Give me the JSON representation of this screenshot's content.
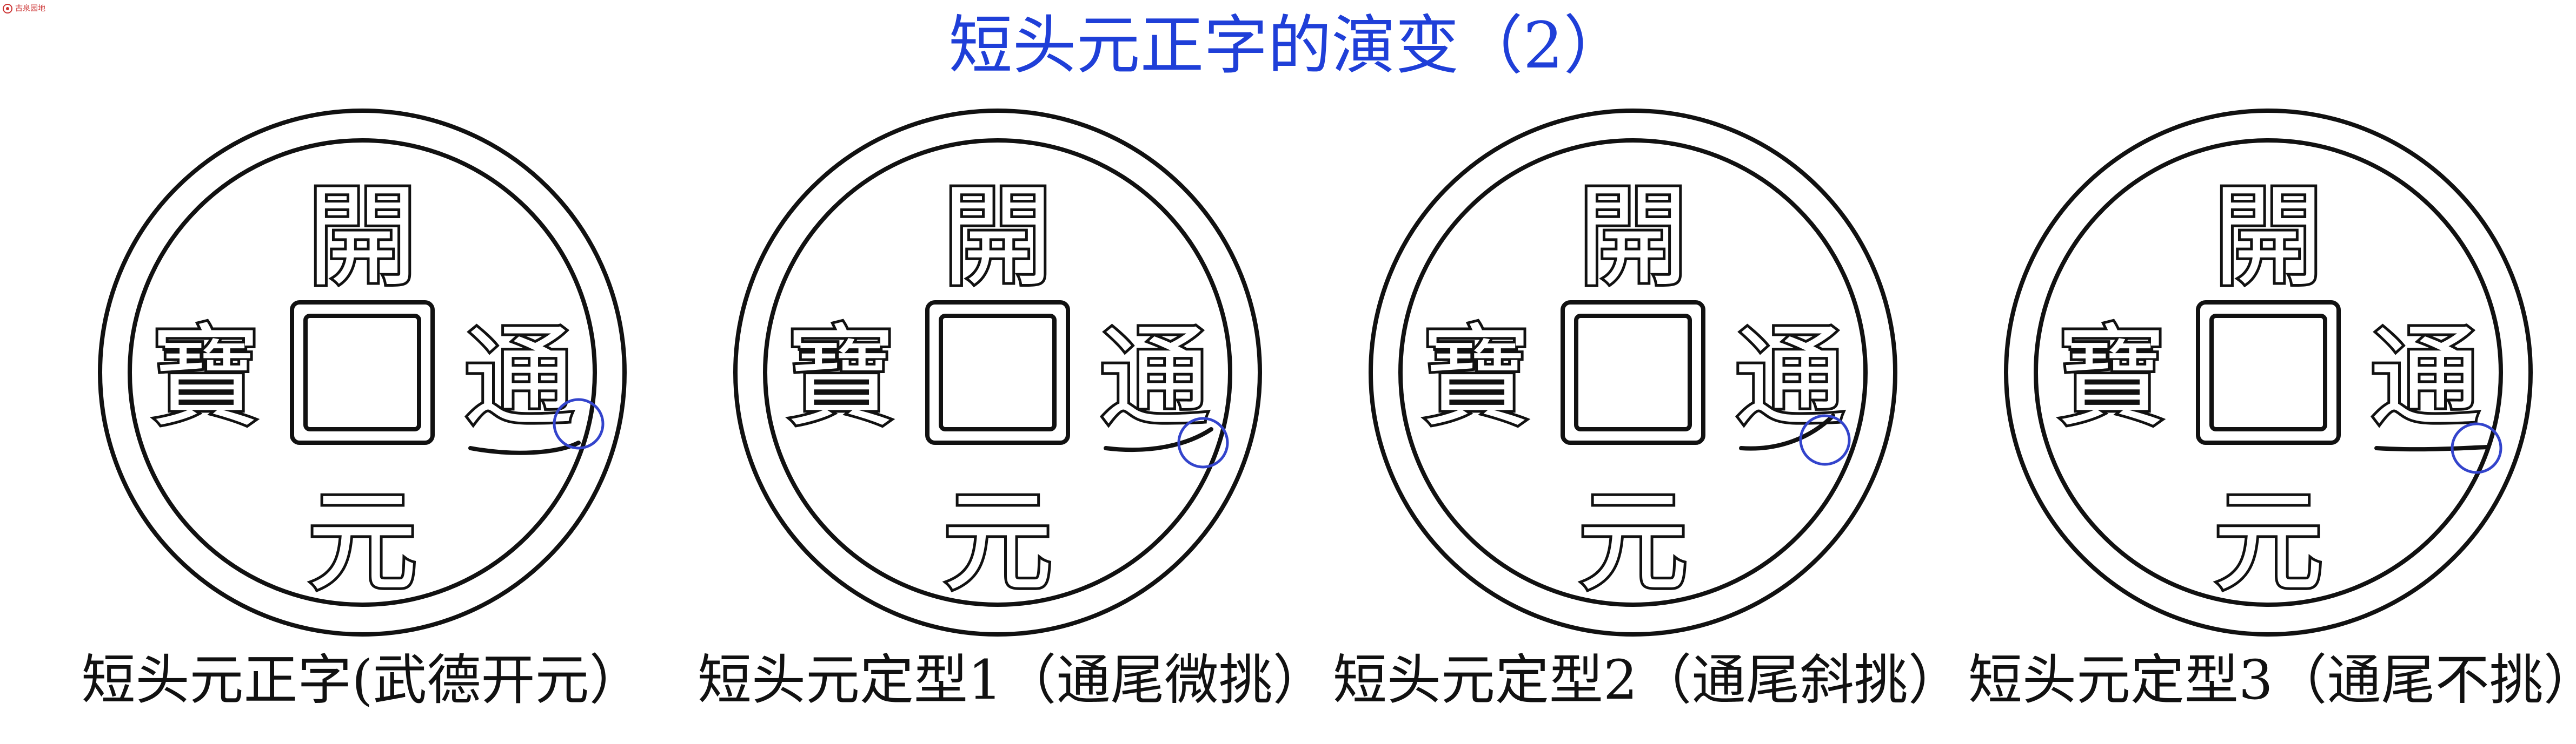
{
  "watermark": {
    "text": "古泉园地",
    "logo_icon": "watermark-logo-icon",
    "color": "#cc3333"
  },
  "title": "短头元正字的演变（2）",
  "title_color": "#1f3fd8",
  "marker_color": "#3344cc",
  "coins": [
    {
      "chars": {
        "top": "開",
        "right": "通",
        "bottom": "元",
        "left": "寶"
      },
      "caption": "短头元正字(武德开元）",
      "tail_marker": true
    },
    {
      "chars": {
        "top": "開",
        "right": "通",
        "bottom": "元",
        "left": "寶"
      },
      "caption": "短头元定型1（通尾微挑）",
      "tail_marker": true
    },
    {
      "chars": {
        "top": "開",
        "right": "通",
        "bottom": "元",
        "left": "寶"
      },
      "caption": "短头元定型2（通尾斜挑）",
      "tail_marker": true
    },
    {
      "chars": {
        "top": "開",
        "right": "通",
        "bottom": "元",
        "left": "寶"
      },
      "caption": "短头元定型3（通尾不挑）",
      "tail_marker": true
    }
  ]
}
